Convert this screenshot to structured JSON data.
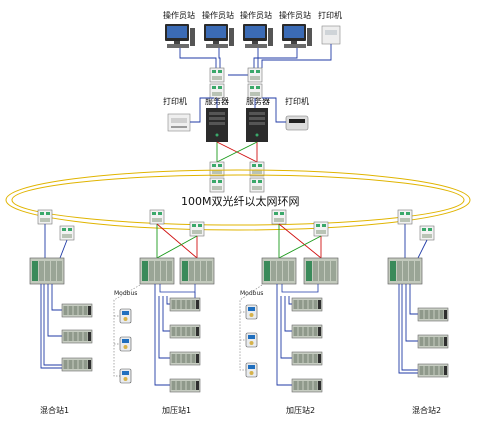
{
  "labels": {
    "operator_stations": [
      "操作员站",
      "操作员站",
      "操作员站",
      "操作员站"
    ],
    "printer_top": "打印机",
    "printer_left": "打印机",
    "server_1": "服务器",
    "server_2": "服务器",
    "printer_right": "打印机",
    "ring_network": "100M双光纤以太网环网",
    "modbus_1": "Modbus",
    "modbus_2": "Modbus",
    "stations": [
      "混合站1",
      "加压站1",
      "加压站2",
      "混合站2"
    ]
  },
  "colors": {
    "ring": "#e0b400",
    "fiber_blue": "#1f3aa6",
    "link_red": "#d01010",
    "link_green": "#1a9a1a",
    "cable_gray": "#888888",
    "plc_module": "#a8b2a2",
    "rack_dark": "#2b2b2b",
    "switch_green": "#3aa86a"
  },
  "icons": {
    "workstation": "desktop-computer-icon",
    "printer": "printer-icon",
    "server": "server-tower-icon",
    "switch": "network-switch-icon",
    "plc": "plc-rack-icon",
    "io_panel": "io-module-panel-icon",
    "field_device": "field-device-icon"
  }
}
